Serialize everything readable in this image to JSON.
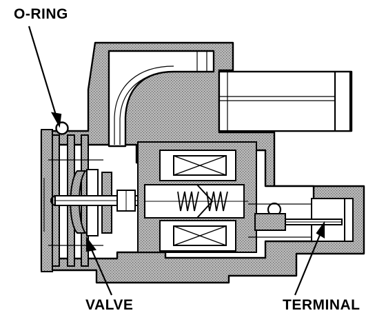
{
  "labels": {
    "o_ring": "O-RING",
    "valve": "VALVE",
    "terminal": "TERMINAL"
  },
  "colors": {
    "ink": "#000000",
    "housing_fill": "#b3b3b3",
    "paper": "#ffffff"
  }
}
